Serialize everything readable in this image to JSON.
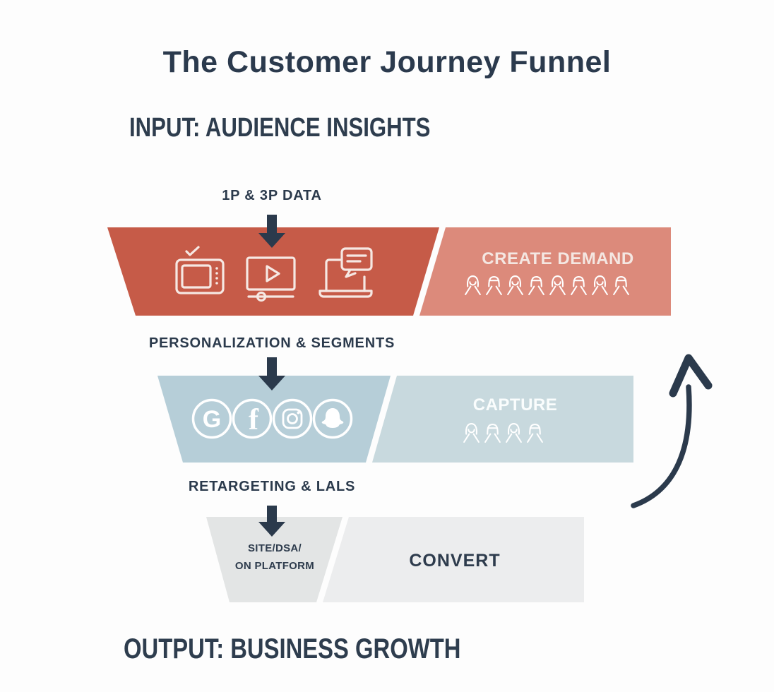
{
  "title": "The Customer Journey Funnel",
  "headings": {
    "input": "INPUT: AUDIENCE INSIGHTS",
    "output": "OUTPUT: BUSINESS GROWTH"
  },
  "stages": [
    {
      "flow_label": "1P & 3P DATA",
      "name": "CREATE DEMAND",
      "audience_count": 8,
      "channel_icons": [
        "tv-ad-icon",
        "video-player-icon",
        "laptop-chat-icon"
      ]
    },
    {
      "flow_label": "PERSONALIZATION & SEGMENTS",
      "name": "CAPTURE",
      "audience_count": 4,
      "channel_icons": [
        "google-icon",
        "facebook-icon",
        "instagram-icon",
        "snapchat-icon"
      ]
    },
    {
      "flow_label": "RETARGETING & LALS",
      "name": "CONVERT",
      "left_label_line1": "SITE/DSA/",
      "left_label_line2": "ON PLATFORM"
    }
  ],
  "social_letters": {
    "google": "G",
    "facebook": "f"
  },
  "colors": {
    "navy": "#2b3a4c",
    "red_dark": "#c65b48",
    "red_light": "#dc8a7b",
    "blue_dark": "#b6ced8",
    "blue_light": "#c8d9de",
    "gray_dark": "#e3e5e5",
    "gray_light": "#ecedee",
    "icon_white": "#ffffff"
  }
}
